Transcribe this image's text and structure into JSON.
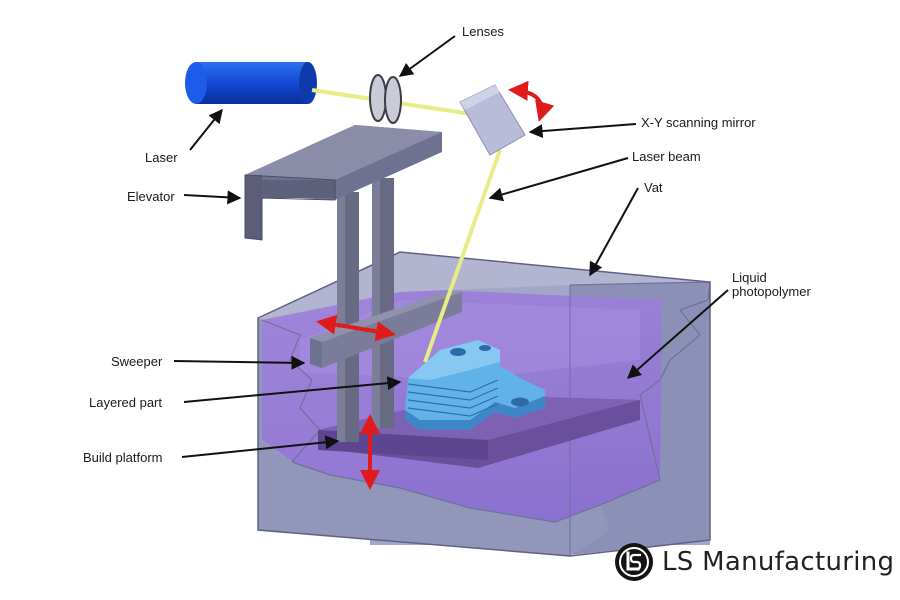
{
  "labels": {
    "lenses": "Lenses",
    "laser": "Laser",
    "mirror": "X-Y scanning mirror",
    "beam": "Laser beam",
    "vat": "Vat",
    "liquid_line1": "Liquid",
    "liquid_line2": "photopolymer",
    "elevator": "Elevator",
    "sweeper": "Sweeper",
    "layered_part": "Layered part",
    "build_platform": "Build platform"
  },
  "brand": {
    "name": "LS Manufacturing",
    "logo_letters": "LS"
  },
  "colors": {
    "laser_body": "#1450d8",
    "beam": "#e6ec86",
    "vat_wall": "#8c8fb4",
    "photopolymer": "#9a7fd6",
    "part": "#5fb4ea",
    "elevator": "#6c6f88",
    "arrow_red": "#e01b1b"
  }
}
